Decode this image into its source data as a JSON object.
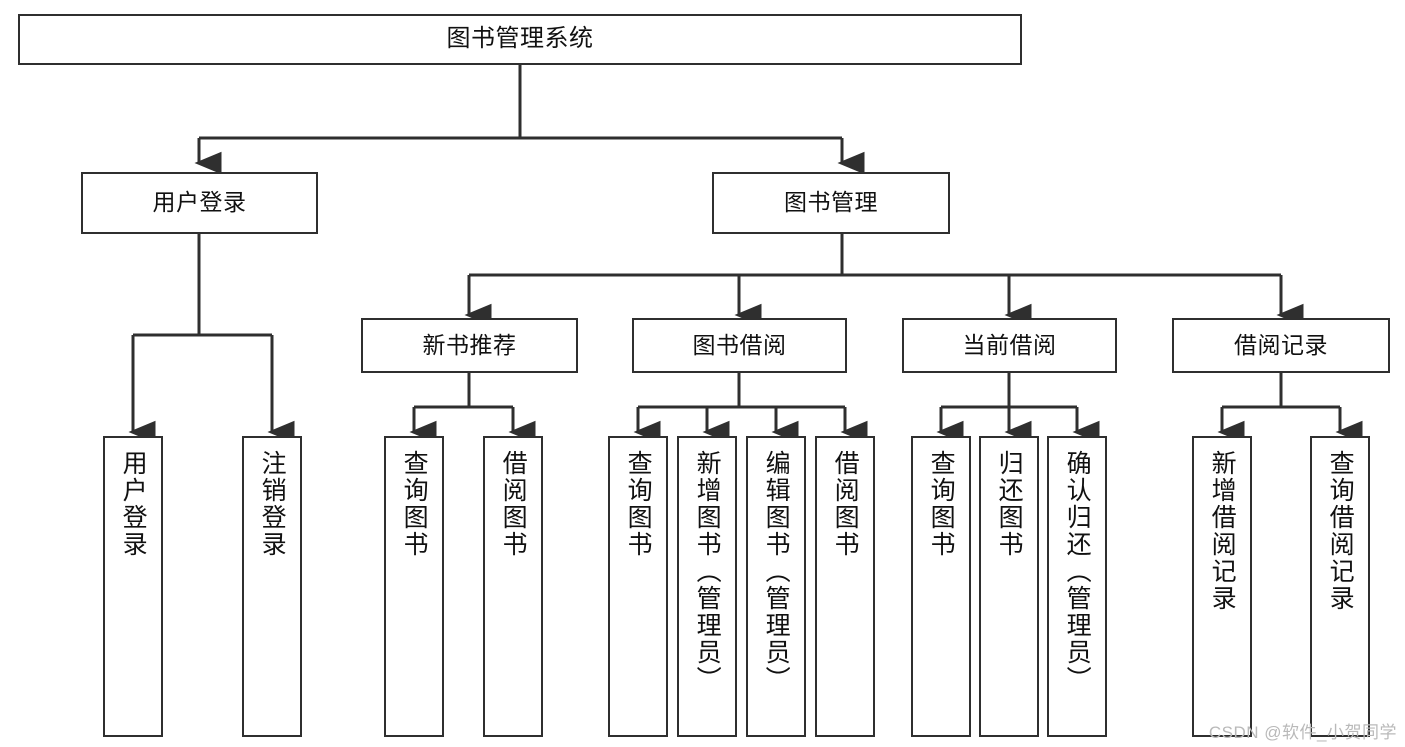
{
  "diagram": {
    "title": "图书管理系统",
    "type": "tree-hierarchy-chart",
    "colors": {
      "border": "#2f2f2f",
      "edge": "#2f2f2f",
      "background": "#ffffff",
      "text": "#111111",
      "watermark": "#b9b9b9"
    },
    "watermark": "CSDN @软件_小贺同学"
  },
  "nodes": {
    "root": {
      "label": "图书管理系统"
    },
    "level1": [
      {
        "id": "user-login",
        "label": "用户登录"
      },
      {
        "id": "book-manage",
        "label": "图书管理"
      }
    ],
    "level2": [
      {
        "id": "new-book-recommend",
        "label": "新书推荐"
      },
      {
        "id": "book-borrow",
        "label": "图书借阅"
      },
      {
        "id": "current-borrow",
        "label": "当前借阅"
      },
      {
        "id": "borrow-record",
        "label": "借阅记录"
      }
    ],
    "leaves": {
      "user_login": [
        {
          "id": "leaf-user-login",
          "label": "用户登录"
        },
        {
          "id": "leaf-logout-login",
          "label": "注销登录"
        }
      ],
      "new_book_recommend": [
        {
          "id": "leaf-query-book-1",
          "label": "查询图书"
        },
        {
          "id": "leaf-borrow-book-1",
          "label": "借阅图书"
        }
      ],
      "book_borrow": [
        {
          "id": "leaf-query-book-2",
          "label": "查询图书"
        },
        {
          "id": "leaf-add-book",
          "label": "新增图书（管理员）"
        },
        {
          "id": "leaf-edit-book",
          "label": "编辑图书（管理员）"
        },
        {
          "id": "leaf-borrow-book-2",
          "label": "借阅图书"
        }
      ],
      "current_borrow": [
        {
          "id": "leaf-query-book-3",
          "label": "查询图书"
        },
        {
          "id": "leaf-return-book",
          "label": "归还图书"
        },
        {
          "id": "leaf-confirm-return",
          "label": "确认归还（管理员）"
        }
      ],
      "borrow_record": [
        {
          "id": "leaf-add-record",
          "label": "新增借阅记录"
        },
        {
          "id": "leaf-query-record",
          "label": "查询借阅记录"
        }
      ]
    }
  }
}
